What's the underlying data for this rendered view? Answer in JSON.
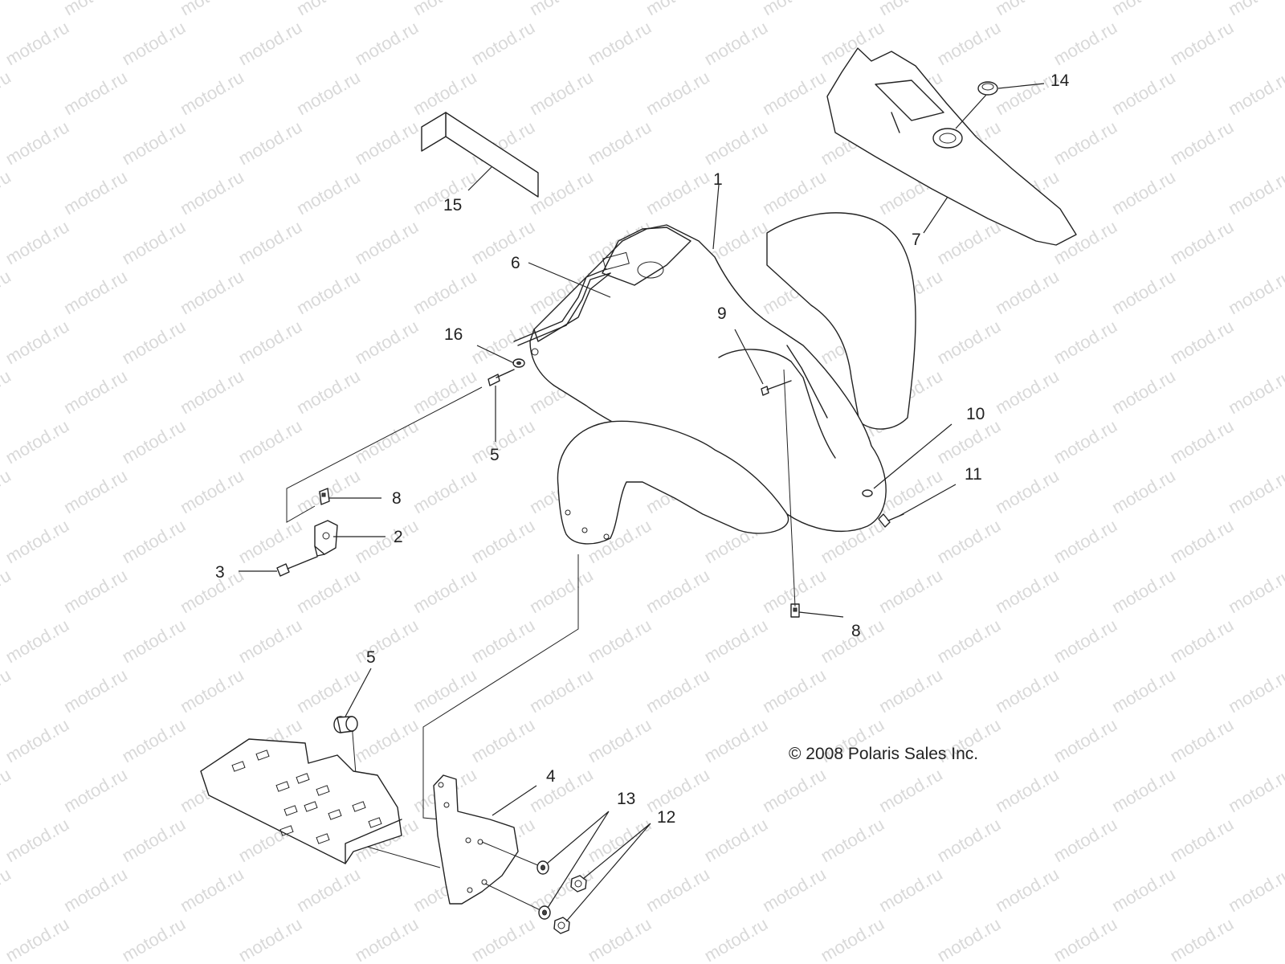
{
  "watermark": {
    "text": "motod.ru"
  },
  "copyright": "© 2008 Polaris Sales Inc.",
  "callouts": [
    {
      "id": "c1",
      "label": "1"
    },
    {
      "id": "c2",
      "label": "2"
    },
    {
      "id": "c3",
      "label": "3"
    },
    {
      "id": "c4",
      "label": "4"
    },
    {
      "id": "c5a",
      "label": "5"
    },
    {
      "id": "c5b",
      "label": "5"
    },
    {
      "id": "c6",
      "label": "6"
    },
    {
      "id": "c7",
      "label": "7"
    },
    {
      "id": "c8a",
      "label": "8"
    },
    {
      "id": "c8b",
      "label": "8"
    },
    {
      "id": "c9",
      "label": "9"
    },
    {
      "id": "c10",
      "label": "10"
    },
    {
      "id": "c11",
      "label": "11"
    },
    {
      "id": "c12",
      "label": "12"
    },
    {
      "id": "c13",
      "label": "13"
    },
    {
      "id": "c14",
      "label": "14"
    },
    {
      "id": "c15",
      "label": "15"
    },
    {
      "id": "c16",
      "label": "16"
    }
  ]
}
